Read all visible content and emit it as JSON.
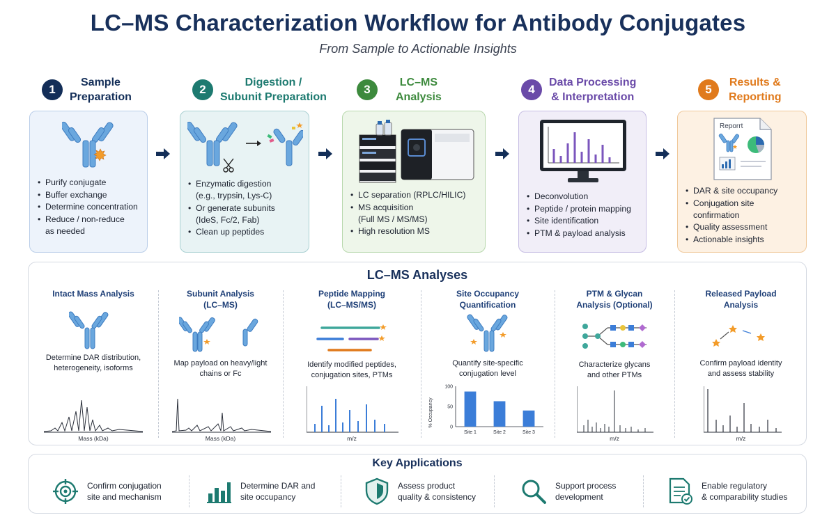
{
  "header": {
    "title": "LC–MS Characterization Workflow for Antibody Conjugates",
    "subtitle": "From Sample to Actionable Insights"
  },
  "steps": [
    {
      "num": "1",
      "title": "Sample\nPreparation",
      "color": "#132e58",
      "items": [
        "Purify conjugate",
        "Buffer exchange",
        "Determine concentration",
        "Reduce / non-reduce\nas needed"
      ]
    },
    {
      "num": "2",
      "title": "Digestion /\nSubunit Preparation",
      "color": "#1d7a70",
      "items": [
        "Enzymatic digestion\n(e.g., trypsin, Lys-C)",
        "Or generate subunits\n(IdeS, Fc/2, Fab)",
        "Clean up peptides"
      ]
    },
    {
      "num": "3",
      "title": "LC–MS\nAnalysis",
      "color": "#3d8a3d",
      "items": [
        "LC separation (RPLC/HILIC)",
        "MS acquisition\n(Full MS / MS/MS)",
        "High resolution MS"
      ]
    },
    {
      "num": "4",
      "title": "Data Processing\n& Interpretation",
      "color": "#6a4aa8",
      "items": [
        "Deconvolution",
        "Peptide / protein mapping",
        "Site identification",
        "PTM & payload analysis"
      ]
    },
    {
      "num": "5",
      "title": "Results &\nReporting",
      "color": "#e07a1c",
      "items": [
        "DAR & site occupancy",
        "Conjugation site\nconfirmation",
        "Quality assessment",
        "Actionable insights"
      ]
    }
  ],
  "report_icon_label": "Reporrt",
  "analyses": {
    "title": "LC–MS Analyses",
    "columns": [
      {
        "title": "Intact Mass Analysis",
        "desc": "Determine DAR distribution,\nheterogeneity, isoforms",
        "xlabel": "Mass (kDa)"
      },
      {
        "title": "Subunit Analysis\n(LC–MS)",
        "desc": "Map payload on heavy/light\nchains or Fc",
        "xlabel": "Mass (kDa)"
      },
      {
        "title": "Peptide Mapping\n(LC–MS/MS)",
        "desc": "Identify modified peptides,\nconjugation sites, PTMs",
        "xlabel": "m/z"
      },
      {
        "title": "Site Occupancy\nQuantification",
        "desc": "Quantify site-specific\nconjugation level",
        "xlabel": ""
      },
      {
        "title": "PTM & Glycan\nAnalysis (Optional)",
        "desc": "Characterize glycans\nand other PTMs",
        "xlabel": "m/z"
      },
      {
        "title": "Released Payload\nAnalysis",
        "desc": "Confirm payload identity\nand assess stability",
        "xlabel": "m/z"
      }
    ]
  },
  "chart_data": {
    "type": "bar",
    "categories": [
      "Site 1",
      "Site 2",
      "Site 3"
    ],
    "values": [
      87,
      63,
      40
    ],
    "ylabel": "% Occupancy",
    "ylim": [
      0,
      100
    ],
    "yticks": [
      "0",
      "50",
      "100"
    ],
    "color": "#3b7dd8"
  },
  "key_applications": {
    "title": "Key Applications",
    "items": [
      {
        "text": "Confirm conjugation\nsite and mechanism",
        "icon": "target-icon"
      },
      {
        "text": "Determine DAR and\nsite occupancy",
        "icon": "bar-chart-icon"
      },
      {
        "text": "Assess product\nquality & consistency",
        "icon": "shield-check-icon"
      },
      {
        "text": "Support process\ndevelopment",
        "icon": "magnifier-icon"
      },
      {
        "text": "Enable regulatory\n& comparability studies",
        "icon": "document-check-icon"
      }
    ]
  }
}
